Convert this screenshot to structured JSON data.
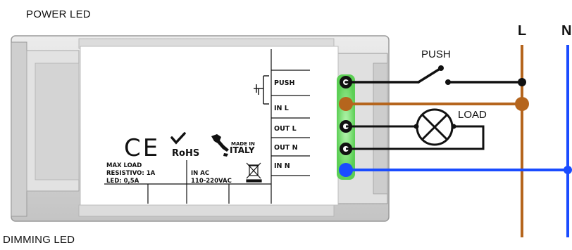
{
  "captions": {
    "top": "POWER LED",
    "bottom": "DIMMING LED"
  },
  "device": {
    "terminals": [
      "PUSH",
      "IN L",
      "OUT L",
      "OUT N",
      "IN N"
    ],
    "ce_mark": "CE",
    "rohs": "RoHS",
    "made_in": "MADE IN",
    "italy": "ITALY",
    "max_load": "MAX LOAD",
    "resistivo": "RESISTIVO: 1A",
    "led": "LED: 0,5A",
    "in_ac": "IN AC",
    "voltage": "110-220VAC"
  },
  "circuit": {
    "push_label": "PUSH",
    "load_label": "LOAD",
    "bus_l": "L",
    "bus_n": "N"
  },
  "colors": {
    "housing": "#d9d9d9",
    "housing_edge": "#9a9a9a",
    "terminal_glow": "#7ee07a",
    "line_brown": "#b5651d",
    "neutral_blue": "#1a4cff",
    "wire_black": "#111111"
  }
}
